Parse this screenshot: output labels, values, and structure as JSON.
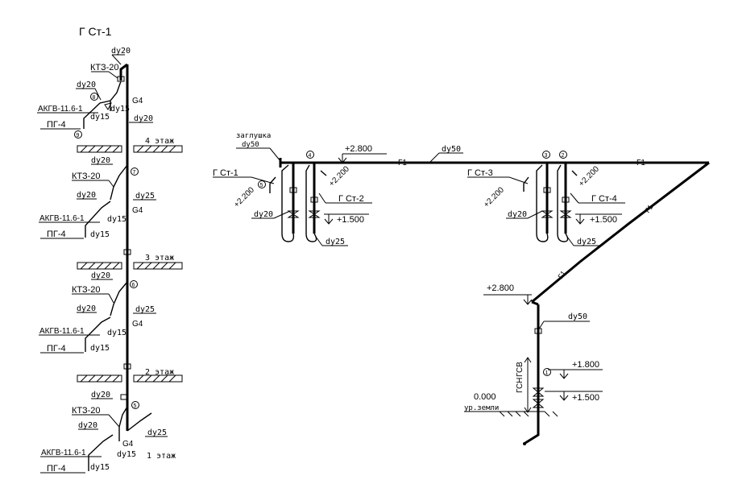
{
  "riser_title": "Г Ст-1",
  "pipe": {
    "dy15": "dy15",
    "dy20": "dy20",
    "dy25": "dy25",
    "dy50": "dy50",
    "g4": "G4",
    "g1": "Г1"
  },
  "equipment": {
    "kt3": "КТЗ-20",
    "akgv": "АКГВ-11.6-1",
    "pg4": "ПГ-4",
    "plug": "заглушка",
    "gsn": "ГСН",
    "gsv": "ГСВ"
  },
  "floors": [
    "4 этаж",
    "3 этаж",
    "2 этаж",
    "1 этаж"
  ],
  "risers": {
    "st1": "Г Ст-1",
    "st2": "Г Ст-2",
    "st3": "Г Ст-3",
    "st4": "Г Ст-4"
  },
  "marks": {
    "p2800": "+2.800",
    "p2200": "+2.200",
    "p1500": "+1.500",
    "p1800": "+1.800",
    "zero": "0.000",
    "ground": "ур.земли"
  },
  "callouts": [
    "1",
    "2",
    "3",
    "4",
    "5",
    "6",
    "7",
    "8",
    "9"
  ]
}
